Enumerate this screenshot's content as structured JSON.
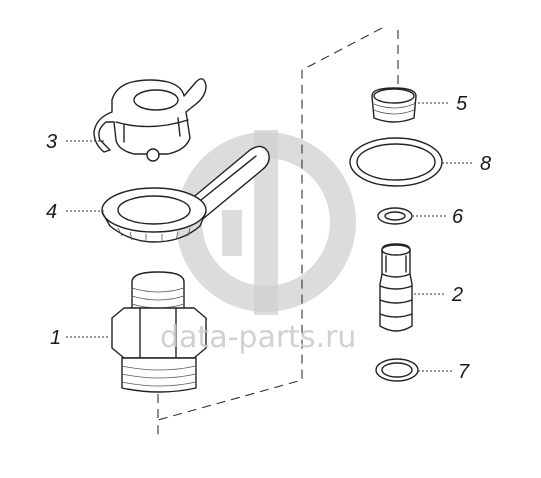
{
  "callouts": [
    {
      "id": "1",
      "label": "1"
    },
    {
      "id": "2",
      "label": "2"
    },
    {
      "id": "3",
      "label": "3"
    },
    {
      "id": "4",
      "label": "4"
    },
    {
      "id": "5",
      "label": "5"
    },
    {
      "id": "6",
      "label": "6"
    },
    {
      "id": "7",
      "label": "7"
    },
    {
      "id": "8",
      "label": "8"
    }
  ],
  "watermark": {
    "text": "data-parts.ru",
    "color": "#c9c9c9"
  },
  "colors": {
    "line": "#222222",
    "background": "#ffffff"
  }
}
